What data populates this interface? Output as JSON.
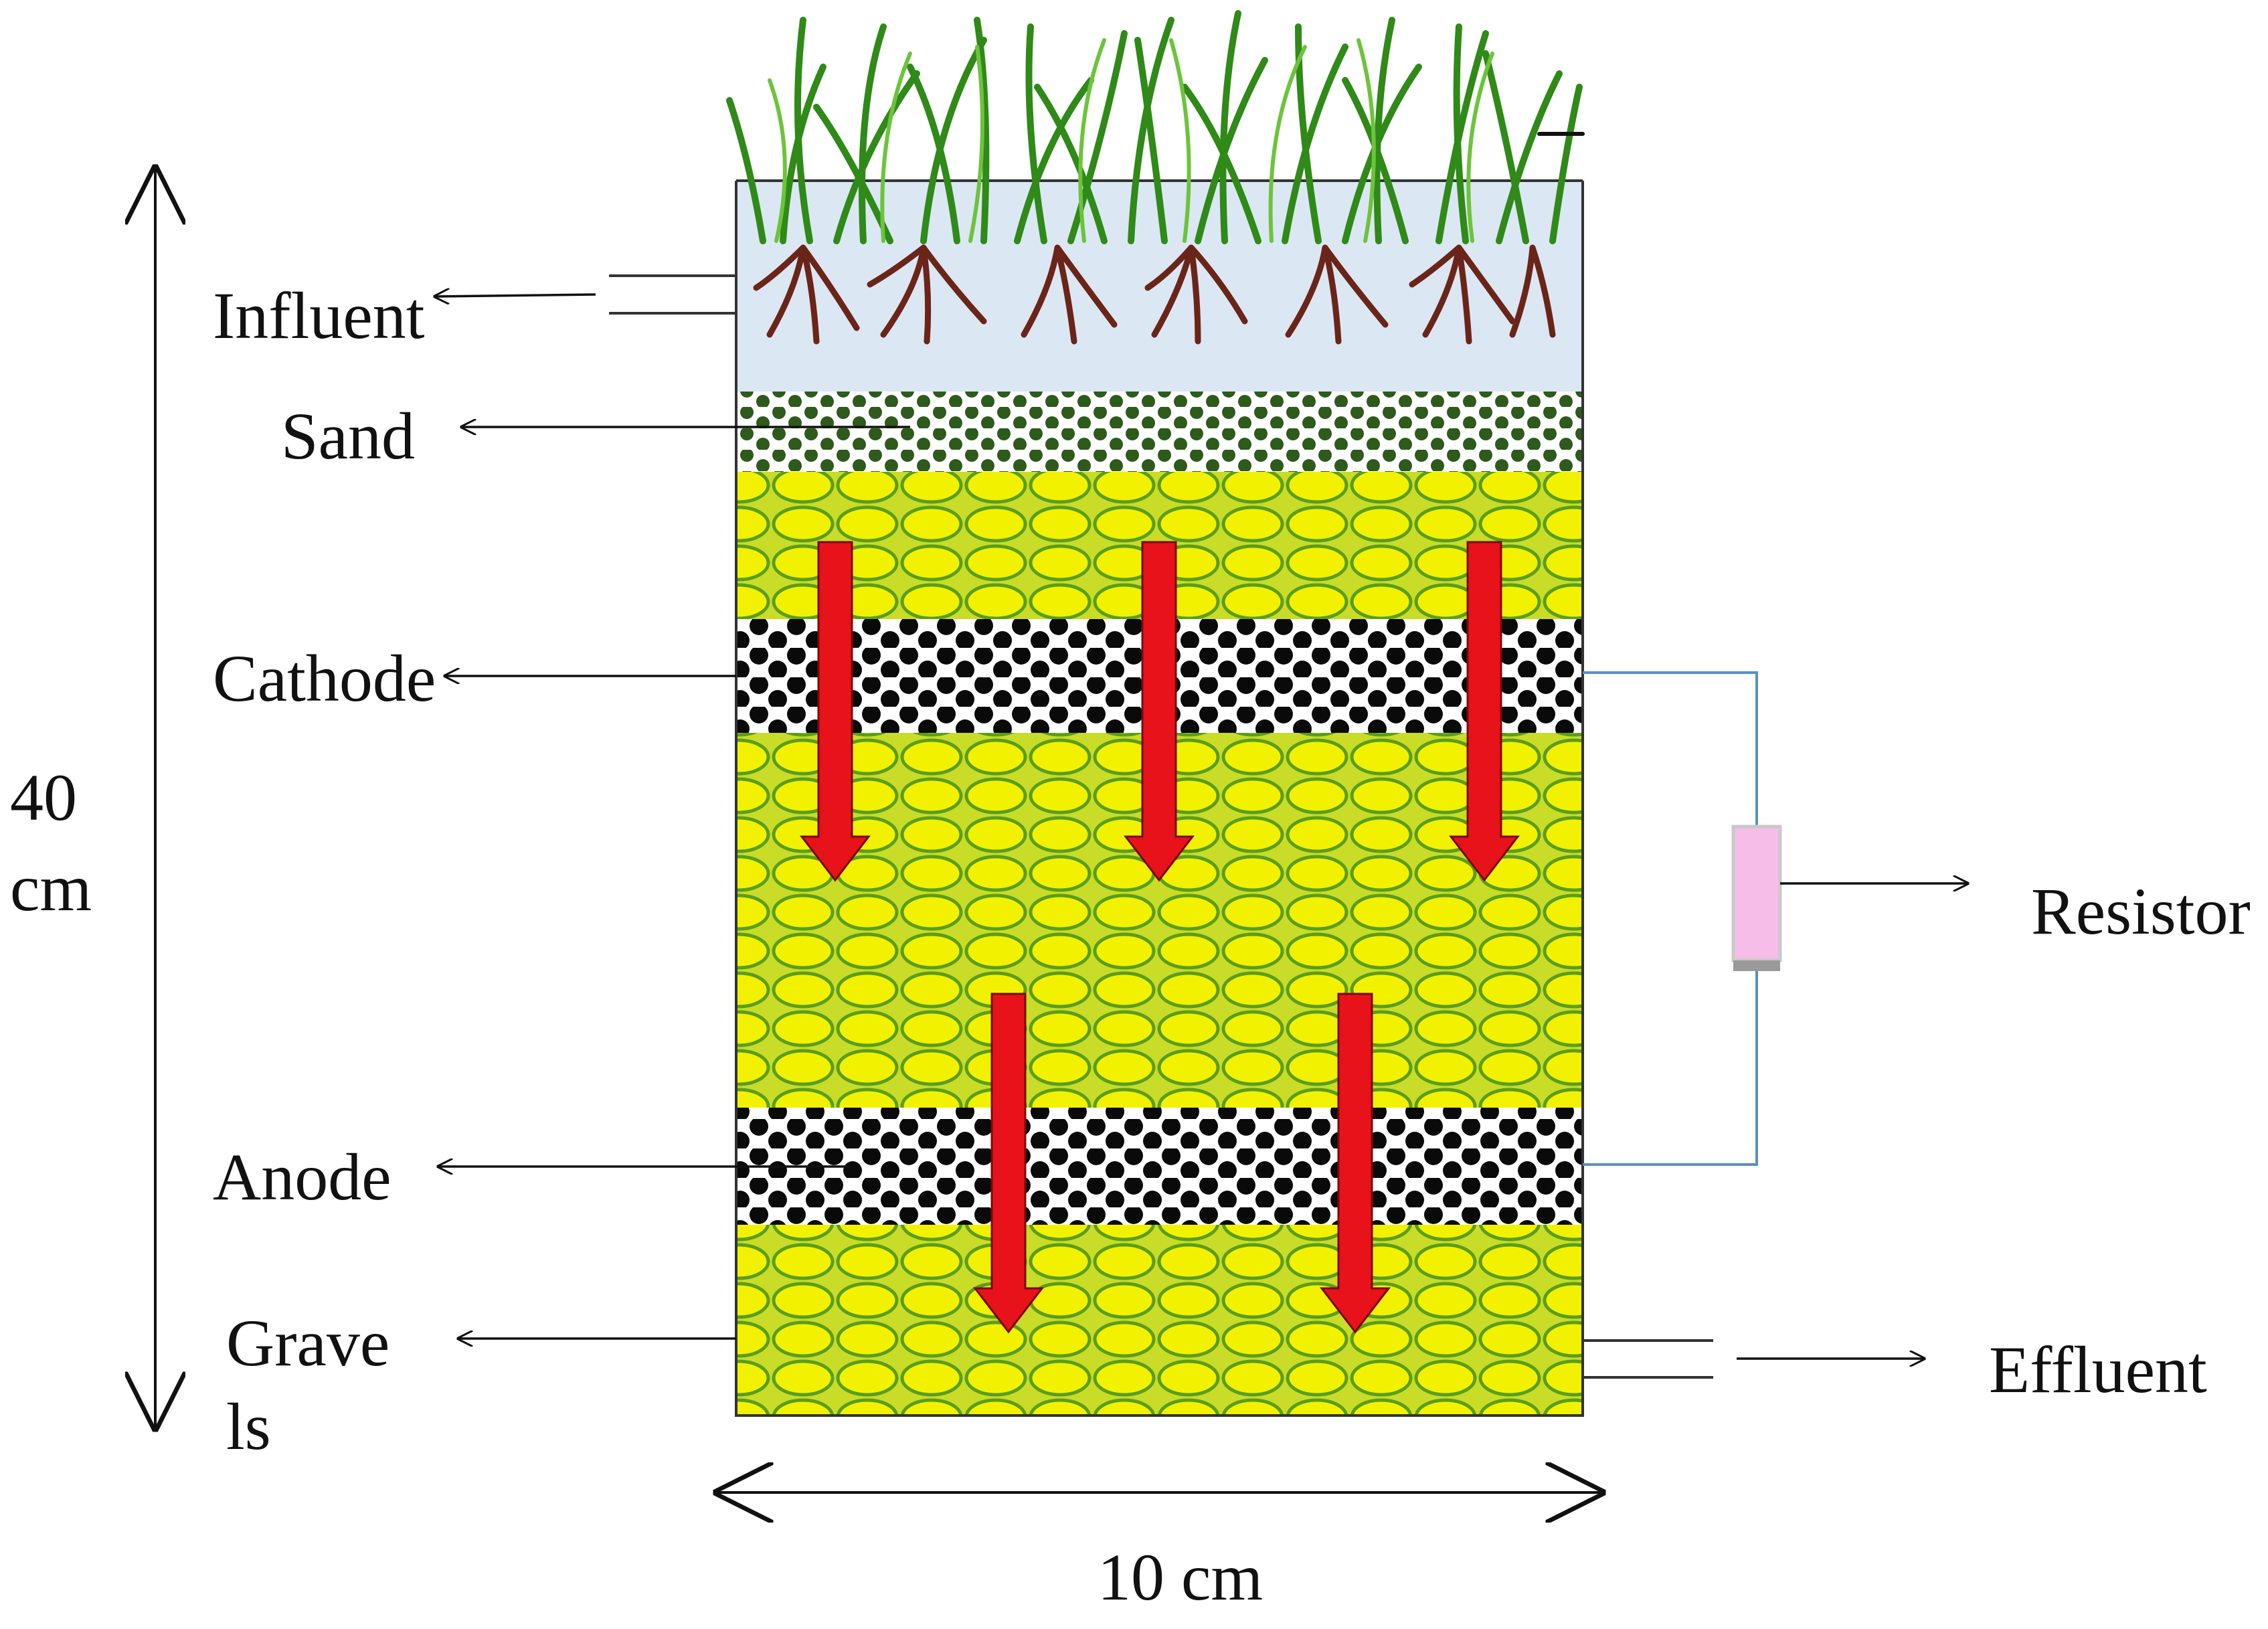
{
  "labels": {
    "influent": "Influent",
    "sand": "Sand",
    "cathode": "Cathode",
    "anode": "Anode",
    "gravels_line1": "Grave",
    "gravels_line2": "ls",
    "resistor": "Resistor",
    "effluent": "Effluent"
  },
  "dimensions": {
    "height_value": "40",
    "height_unit": "cm",
    "width": "10 cm"
  },
  "colors": {
    "gravel_fill": "#f2f200",
    "gravel_stroke": "#5a9e1a",
    "gravel_background": "#c8dc28",
    "sand_dot": "#2e5a1c",
    "electrode_dot": "#0a0a0a",
    "water": "#dbe7f3",
    "root": "#6b2418",
    "grass": "#3c9a1c",
    "flow_arrow": "#e8121a",
    "wire": "#5b8fc4",
    "resistor_fill": "#f6bde8"
  },
  "icons": [
    "grass-plants-icon",
    "roots-icon",
    "resistor-icon",
    "flow-arrow-icon"
  ]
}
